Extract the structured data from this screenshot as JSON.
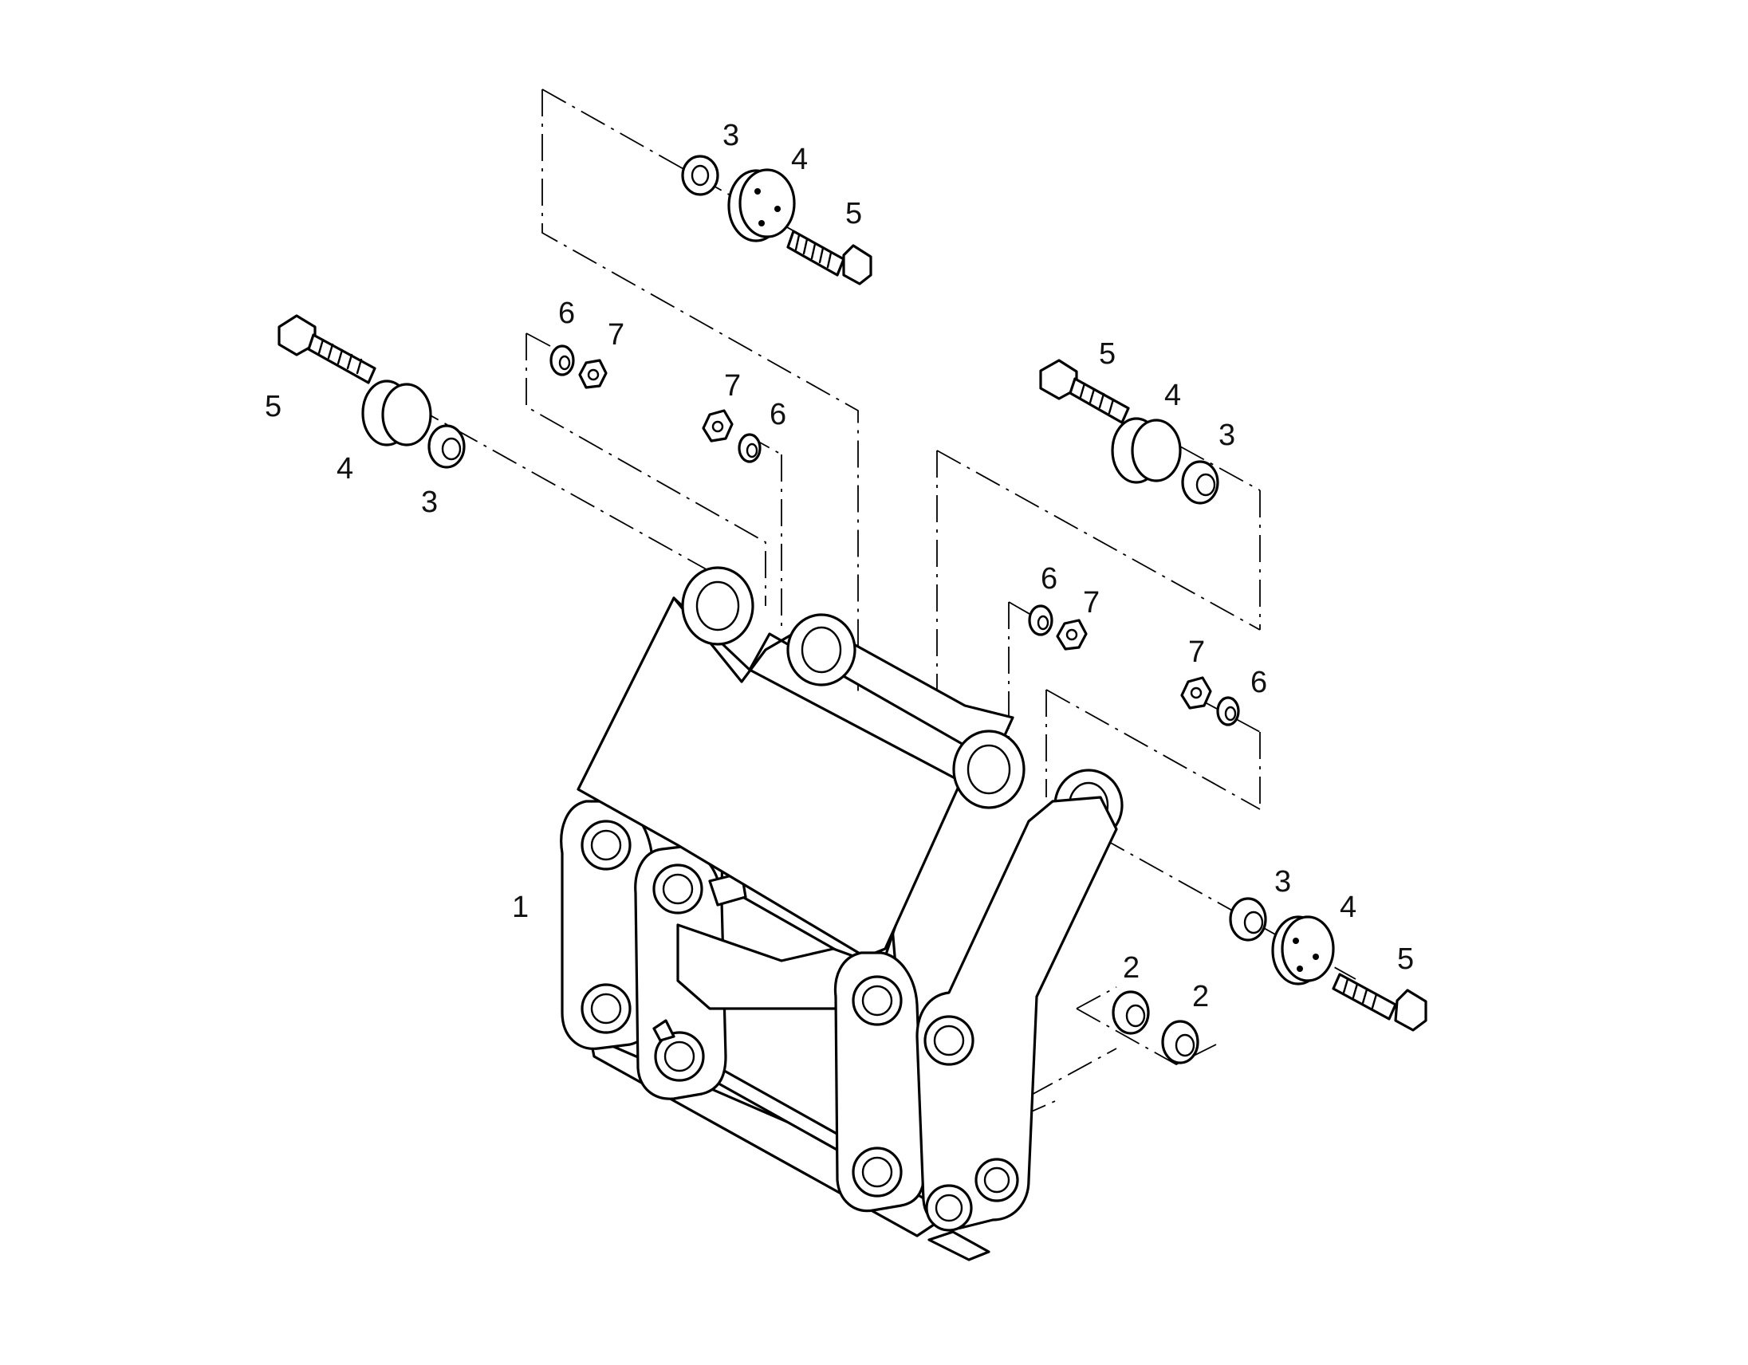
{
  "diagram": {
    "callouts": [
      {
        "id": "c1",
        "text": "1"
      },
      {
        "id": "c2a",
        "text": "2"
      },
      {
        "id": "c2b",
        "text": "2"
      },
      {
        "id": "c3a",
        "text": "3"
      },
      {
        "id": "c3b",
        "text": "3"
      },
      {
        "id": "c3c",
        "text": "3"
      },
      {
        "id": "c3d",
        "text": "3"
      },
      {
        "id": "c4a",
        "text": "4"
      },
      {
        "id": "c4b",
        "text": "4"
      },
      {
        "id": "c4c",
        "text": "4"
      },
      {
        "id": "c4d",
        "text": "4"
      },
      {
        "id": "c5a",
        "text": "5"
      },
      {
        "id": "c5b",
        "text": "5"
      },
      {
        "id": "c5c",
        "text": "5"
      },
      {
        "id": "c5d",
        "text": "5"
      },
      {
        "id": "c6a",
        "text": "6"
      },
      {
        "id": "c6b",
        "text": "6"
      },
      {
        "id": "c6c",
        "text": "6"
      },
      {
        "id": "c6d",
        "text": "6"
      },
      {
        "id": "c7a",
        "text": "7"
      },
      {
        "id": "c7b",
        "text": "7"
      },
      {
        "id": "c7c",
        "text": "7"
      },
      {
        "id": "c7d",
        "text": "7"
      }
    ]
  }
}
